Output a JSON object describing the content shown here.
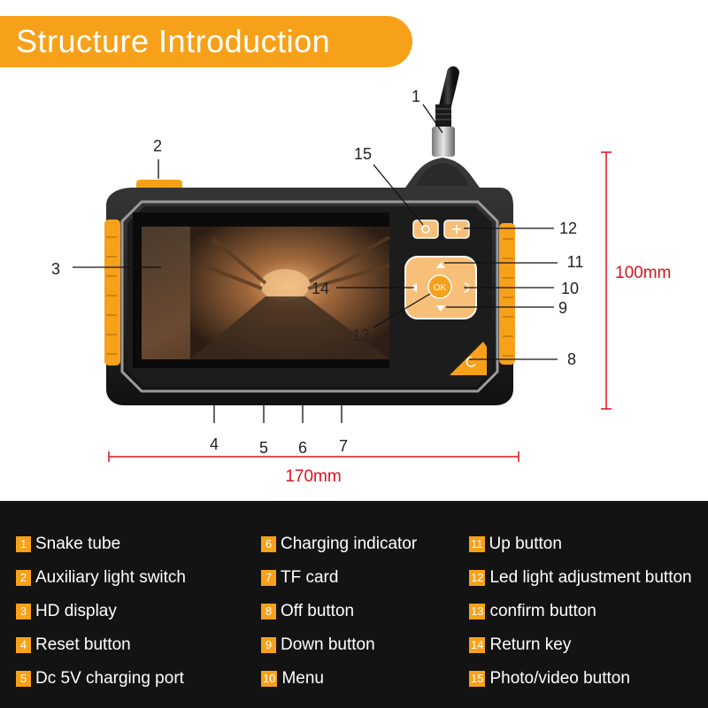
{
  "banner": {
    "title": "Structure Introduction"
  },
  "callouts": {
    "c1": "1",
    "c2": "2",
    "c3": "3",
    "c4": "4",
    "c5": "5",
    "c6": "6",
    "c7": "7",
    "c8": "8",
    "c9": "9",
    "c10": "10",
    "c11": "11",
    "c12": "12",
    "c13": "13",
    "c14": "14",
    "c15": "15"
  },
  "buttons": {
    "ok": "OK"
  },
  "dimensions": {
    "height": "100mm",
    "width": "170mm"
  },
  "colors": {
    "accent": "#f7a11a",
    "dimension": "#e0101a",
    "legend_bg": "#131313"
  },
  "legend": {
    "col1": [
      {
        "num": "1",
        "label": "Snake tube"
      },
      {
        "num": "2",
        "label": "Auxiliary light switch"
      },
      {
        "num": "3",
        "label": "HD display"
      },
      {
        "num": "4",
        "label": "Reset button"
      },
      {
        "num": "5",
        "label": "Dc  5V charging port"
      }
    ],
    "col2": [
      {
        "num": "6",
        "label": "Charging indicator"
      },
      {
        "num": "7",
        "label": "TF card"
      },
      {
        "num": "8",
        "label": "Off button"
      },
      {
        "num": "9",
        "label": "Down button"
      },
      {
        "num": "10",
        "label": "Menu"
      }
    ],
    "col3": [
      {
        "num": "11",
        "label": "Up button"
      },
      {
        "num": "12",
        "label": "Led light adjustment button"
      },
      {
        "num": "13",
        "label": "confirm button"
      },
      {
        "num": "14",
        "label": "Return key"
      },
      {
        "num": "15",
        "label": "Photo/video button"
      }
    ]
  }
}
